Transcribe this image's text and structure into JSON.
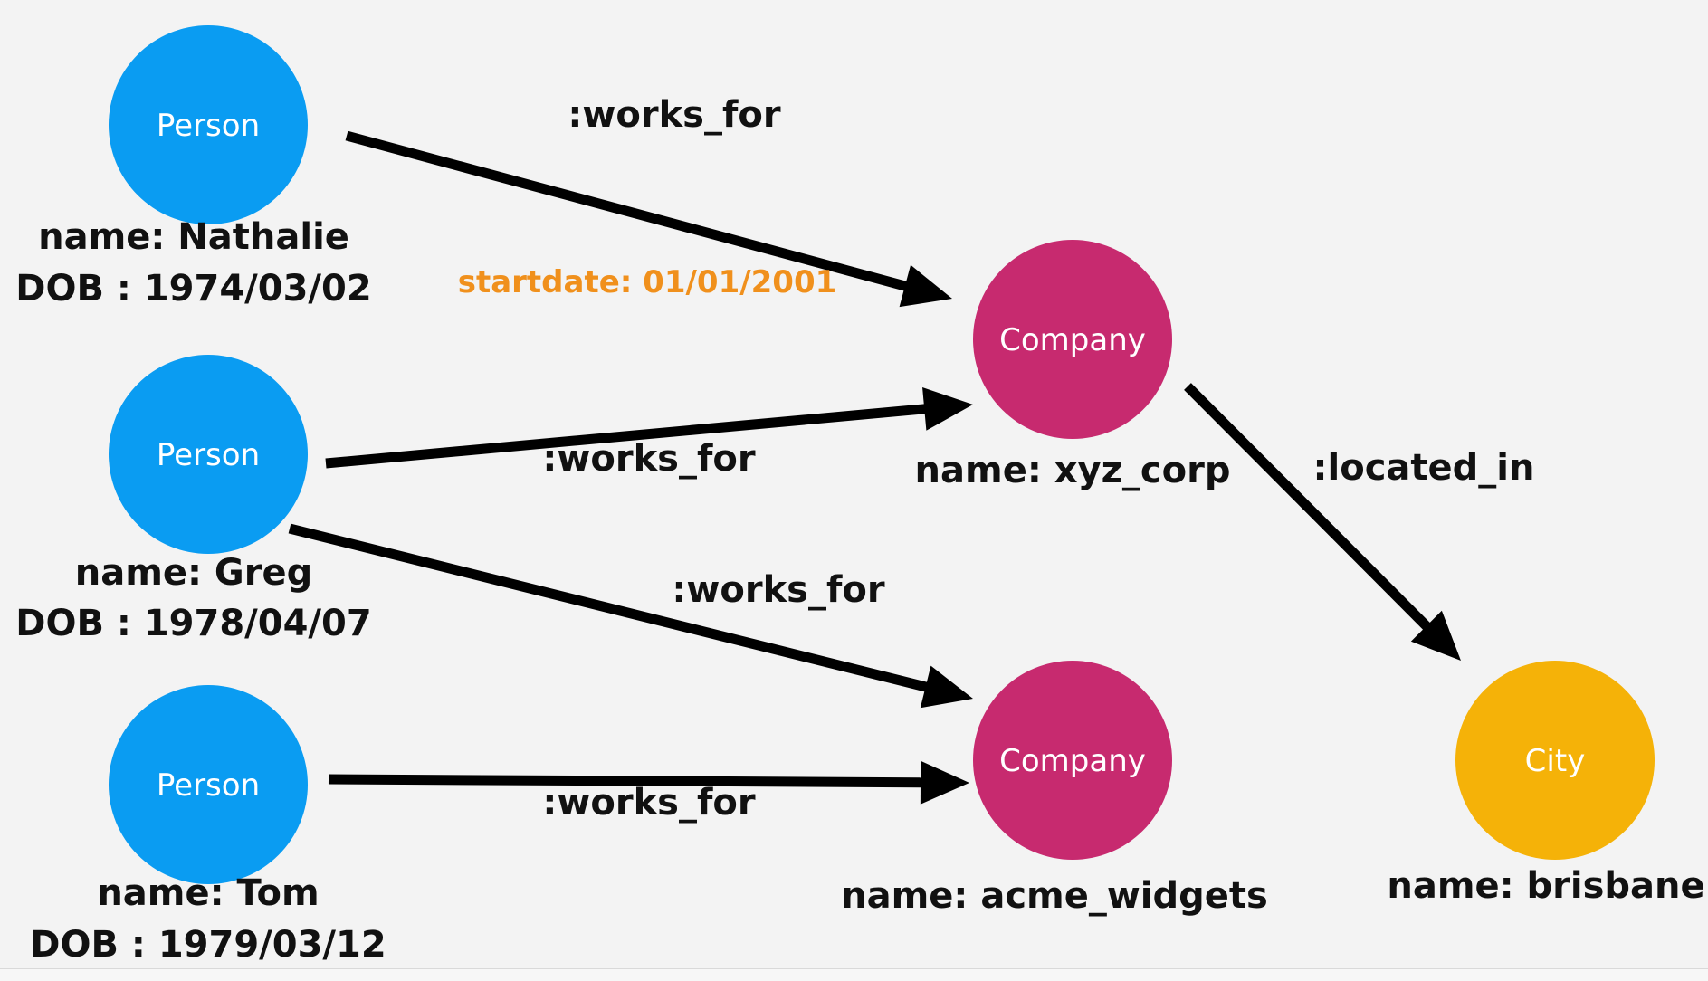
{
  "colors": {
    "background": "#f3f3f3",
    "person": "#0a9cf2",
    "company": "#c72a6f",
    "city": "#f5b208",
    "edge": "#000000",
    "property_text": "#111111",
    "edge_property_text": "#f0901c",
    "node_label_text": "#ffffff"
  },
  "nodes": [
    {
      "id": "nathalie",
      "label": "Person",
      "kind": "person",
      "properties": [
        "name: Nathalie",
        "DOB : 1974/03/02"
      ]
    },
    {
      "id": "greg",
      "label": "Person",
      "kind": "person",
      "properties": [
        "name: Greg",
        "DOB : 1978/04/07"
      ]
    },
    {
      "id": "tom",
      "label": "Person",
      "kind": "person",
      "properties": [
        "name: Tom",
        "DOB : 1979/03/12"
      ]
    },
    {
      "id": "xyz",
      "label": "Company",
      "kind": "company",
      "properties": [
        "name: xyz_corp"
      ]
    },
    {
      "id": "acme",
      "label": "Company",
      "kind": "company",
      "properties": [
        "name: acme_widgets"
      ]
    },
    {
      "id": "brisbane",
      "label": "City",
      "kind": "city",
      "properties": [
        "name: brisbane"
      ]
    }
  ],
  "edges": [
    {
      "id": "nathalie-xyz",
      "from": "nathalie",
      "to": "xyz",
      "label": ":works_for",
      "property": "startdate: 01/01/2001"
    },
    {
      "id": "greg-xyz",
      "from": "greg",
      "to": "xyz",
      "label": ":works_for"
    },
    {
      "id": "greg-acme",
      "from": "greg",
      "to": "acme",
      "label": ":works_for"
    },
    {
      "id": "tom-acme",
      "from": "tom",
      "to": "acme",
      "label": ":works_for"
    },
    {
      "id": "xyz-brisbane",
      "from": "xyz",
      "to": "brisbane",
      "label": ":located_in"
    }
  ]
}
